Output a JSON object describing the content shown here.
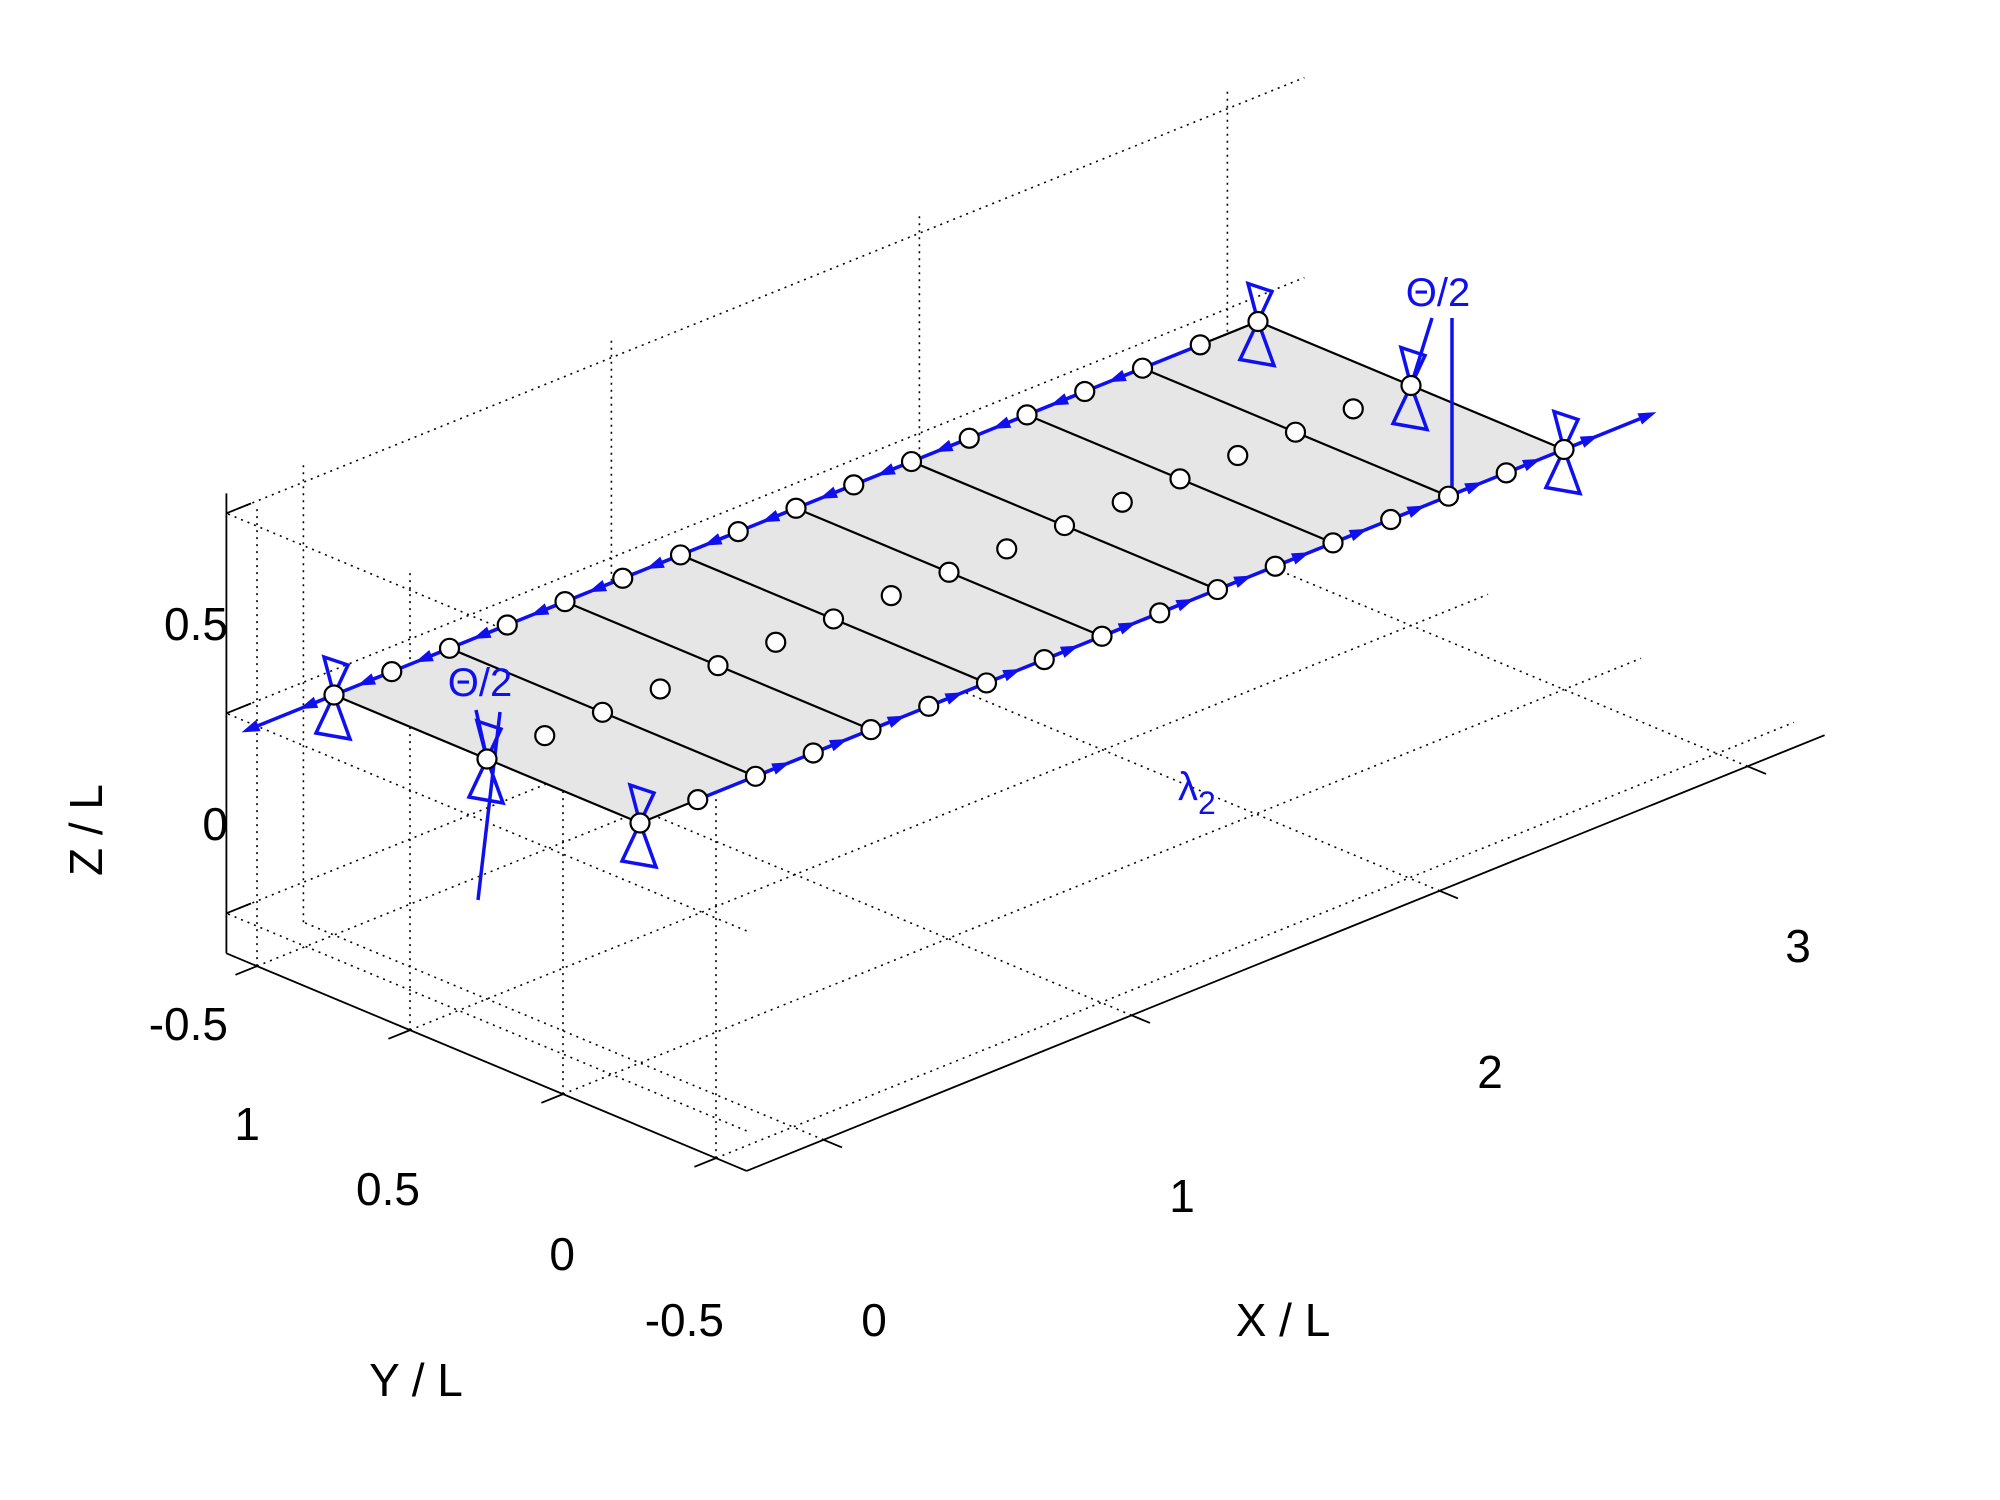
{
  "figure": {
    "x_axis": {
      "label": "X / L",
      "ticks": [
        {
          "value": 0,
          "label": "0"
        },
        {
          "value": 1,
          "label": "1"
        },
        {
          "value": 2,
          "label": "2"
        },
        {
          "value": 3,
          "label": "3"
        }
      ],
      "range": [
        -0.25,
        3.25
      ]
    },
    "y_axis": {
      "label": "Y / L",
      "ticks": [
        {
          "value": -0.5,
          "label": "-0.5"
        },
        {
          "value": 0,
          "label": "0"
        },
        {
          "value": 0.5,
          "label": "0.5"
        },
        {
          "value": 1,
          "label": "1"
        }
      ],
      "range": [
        -0.6,
        1.1
      ]
    },
    "z_axis": {
      "label": "Z / L",
      "ticks": [
        {
          "value": -0.5,
          "label": "-0.5"
        },
        {
          "value": 0,
          "label": "0"
        },
        {
          "value": 0.5,
          "label": "0.5"
        }
      ],
      "range": [
        -0.6,
        0.55
      ]
    },
    "grid": true,
    "plate": {
      "length": 3,
      "width": 1,
      "elements": 8,
      "fill_color": "#e6e6e6"
    },
    "annotations": {
      "theta_left": "Θ/2",
      "theta_right": "Θ/2",
      "lambda": "λ",
      "lambda_sub": "2"
    },
    "colors": {
      "load_arrows": "#1010ee",
      "nodes_fill": "#ffffff",
      "lines": "#000000"
    }
  }
}
